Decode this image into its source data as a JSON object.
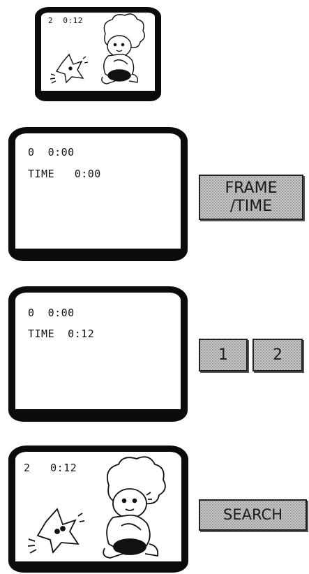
{
  "screens": [
    {
      "osd_top": "2  0:12"
    },
    {
      "osd_top": "0  0:00",
      "osd_time": "TIME   0:00"
    },
    {
      "osd_top": "0  0:00",
      "osd_time": "TIME  0:12"
    },
    {
      "osd_top": "2   0:12"
    }
  ],
  "buttons": {
    "frame_time": {
      "line1": "FRAME",
      "line2": "/TIME"
    },
    "digit_1": "1",
    "digit_2": "2",
    "search": "SEARCH"
  },
  "icons": [
    "tv-screen-icon",
    "cartoon-boy-illustration",
    "cartoon-star-creature-illustration"
  ],
  "colors": {
    "frame": "#0b0b0b",
    "button_fill": "#c9c9c9",
    "background": "#ffffff"
  }
}
